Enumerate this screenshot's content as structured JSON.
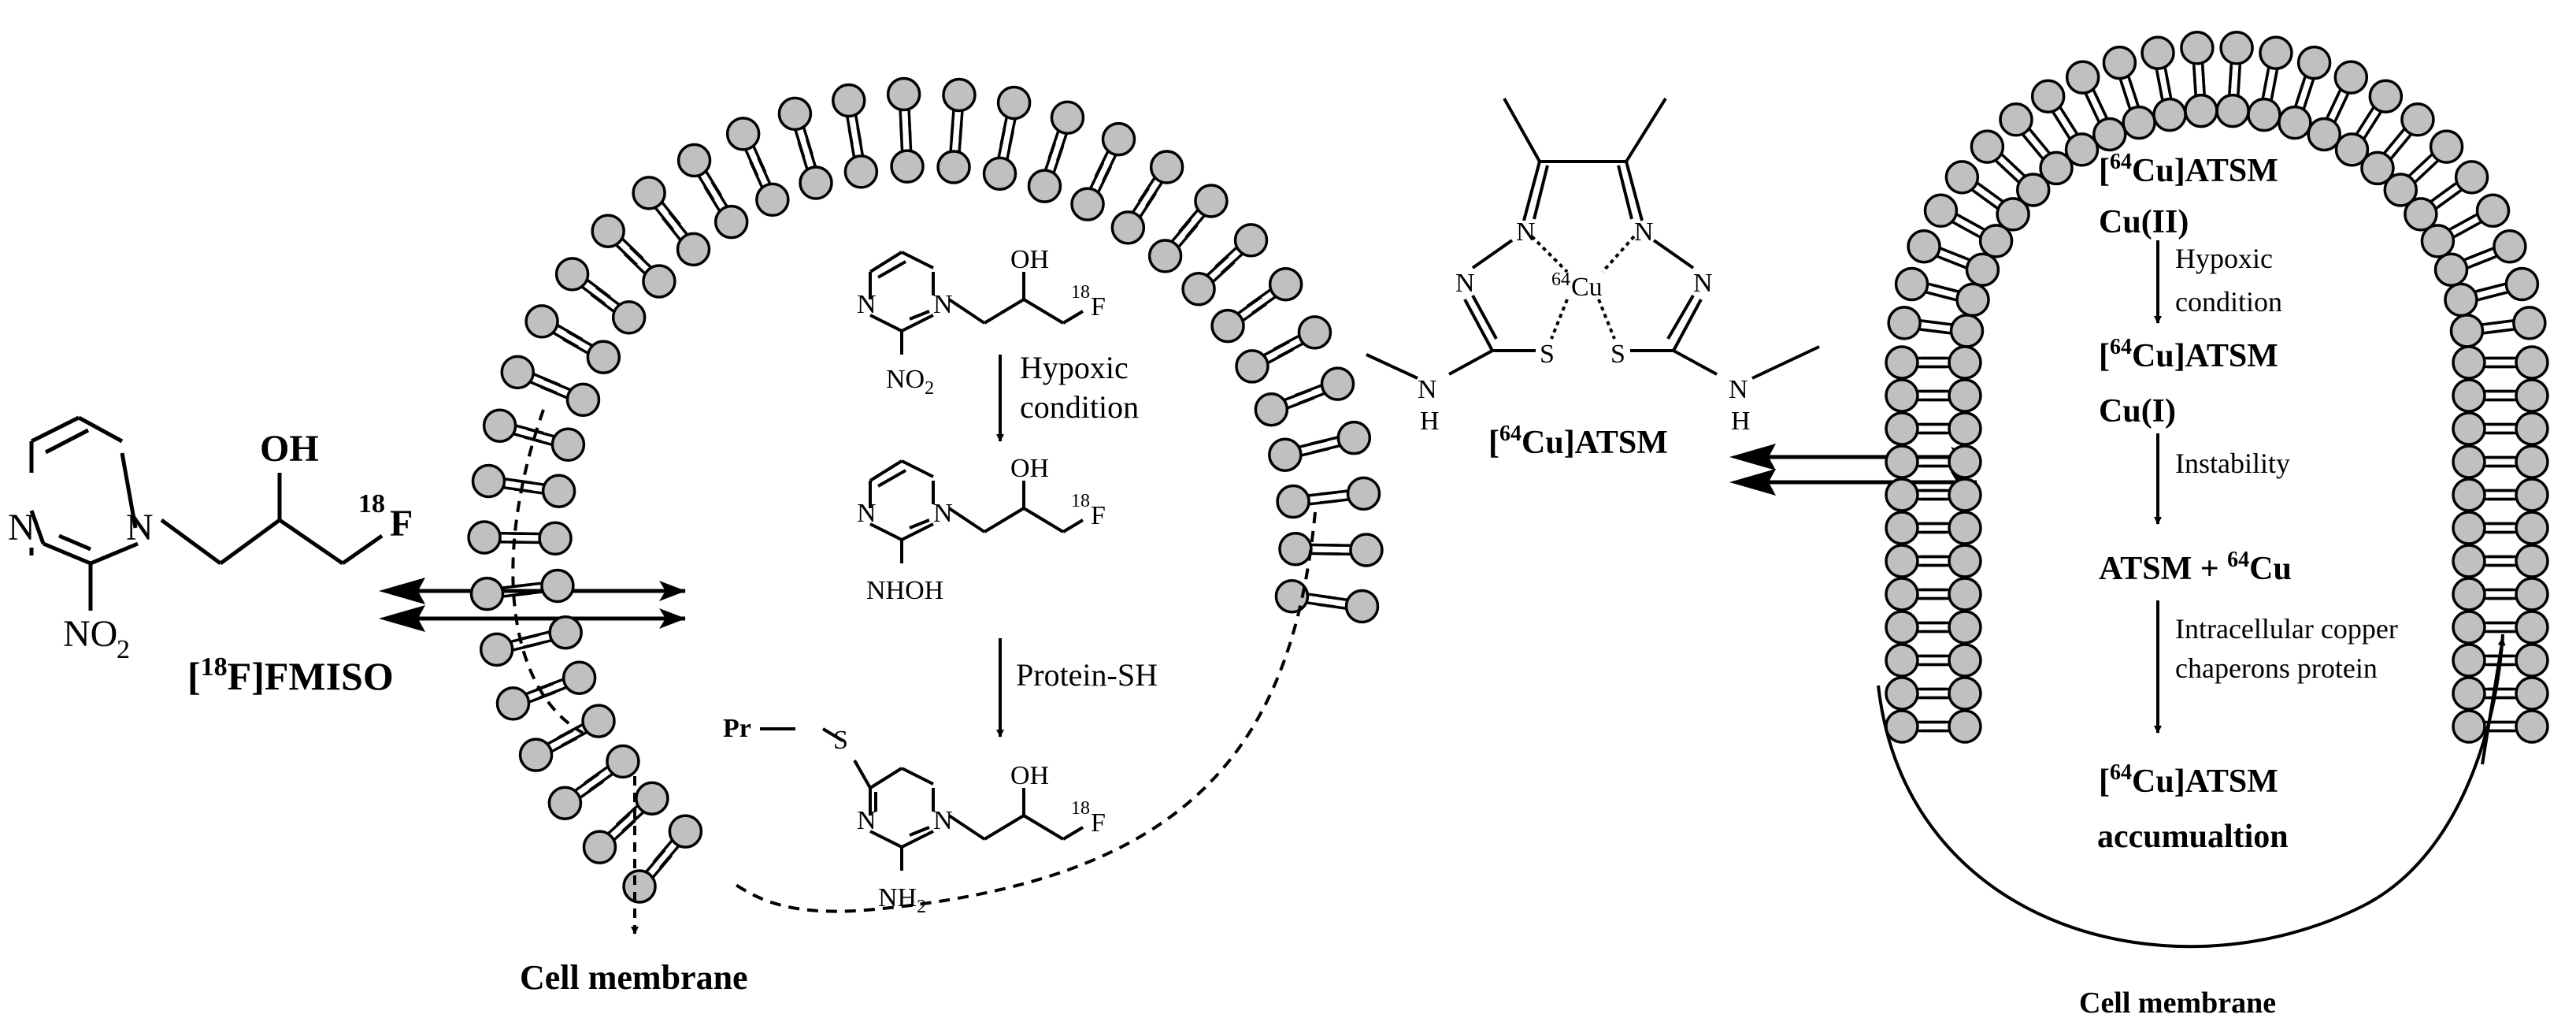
{
  "left_panel": {
    "fmiso_name": {
      "pre": "[",
      "iso": "18",
      "post": "F]FMISO"
    },
    "fmiso_atoms": {
      "N": "N",
      "N2": "N",
      "NO": "NO",
      "NO_sub": "2",
      "OH": "OH",
      "F_iso": "18",
      "F": "F"
    },
    "cell_membrane_label": "Cell membrane",
    "steps": [
      "Hypoxic",
      "condition",
      "Protein-SH"
    ],
    "inner_atoms": {
      "OH": "OH",
      "F_iso": "18",
      "F": "F",
      "N": "N",
      "NO2_main": "NO",
      "NO2_sub": "2",
      "NHOH": "NHOH",
      "NH2_main": "NH",
      "NH2_sub": "2",
      "Pr": "Pr",
      "S": "S"
    }
  },
  "middle": {
    "atsm_name": {
      "pre": "[",
      "iso": "64",
      "post": "Cu]ATSM"
    },
    "atoms": {
      "N": "N",
      "Cu_iso": "64",
      "Cu": "Cu",
      "S": "S",
      "NH_N": "N",
      "NH_H": "H"
    }
  },
  "right_panel": {
    "cell_membrane_label": "Cell membrane",
    "cu64_atsm_1": {
      "pre": "[",
      "iso": "64",
      "post": "Cu]ATSM"
    },
    "cu_ii": "Cu(II)",
    "hypoxic": "Hypoxic",
    "condition": "condition",
    "cu64_atsm_2": {
      "pre": "[",
      "iso": "64",
      "post": "Cu]ATSM"
    },
    "cu_i": "Cu(I)",
    "instability": "Instability",
    "atsm_plus": {
      "pre": "ATSM + ",
      "iso": "64",
      "post": "Cu"
    },
    "intracellular_1": "Intracellular copper",
    "intracellular_2": "chaperons protein",
    "cu64_atsm_3": {
      "pre": "[",
      "iso": "64",
      "post": "Cu]ATSM"
    },
    "accumulation": "accumualtion"
  },
  "colors": {
    "lipid_head": "#c0c0c0",
    "stroke": "#000000",
    "background": "#ffffff"
  }
}
